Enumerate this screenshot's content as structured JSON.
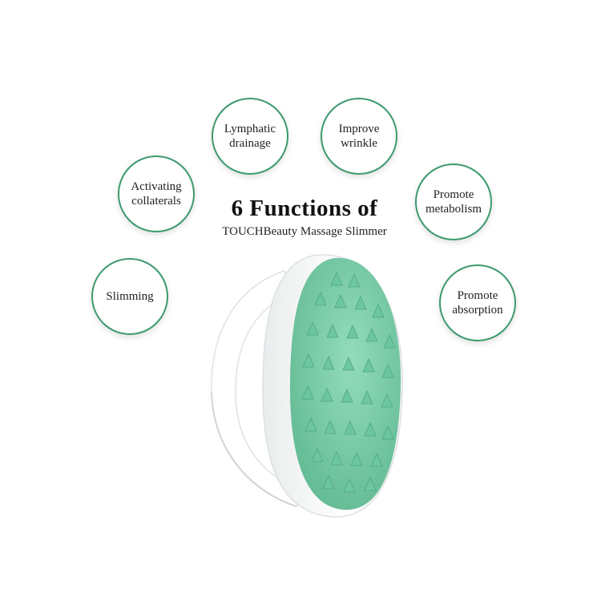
{
  "heading": {
    "title": "6 Functions of",
    "subtitle": "TOUCHBeauty Massage Slimmer"
  },
  "functions": [
    "Lymphatic\ndrainage",
    "Improve\nwrinkle",
    "Activating\ncollaterals",
    "Promote\nmetabolism",
    "Slimming",
    "Promote\nabsorption"
  ],
  "colors": {
    "accent": "#3d9a6e",
    "mint": "#7ed1ae",
    "mint_dark": "#5fb890",
    "handle": "#ffffff"
  },
  "product_image": "massage-brush-icon"
}
